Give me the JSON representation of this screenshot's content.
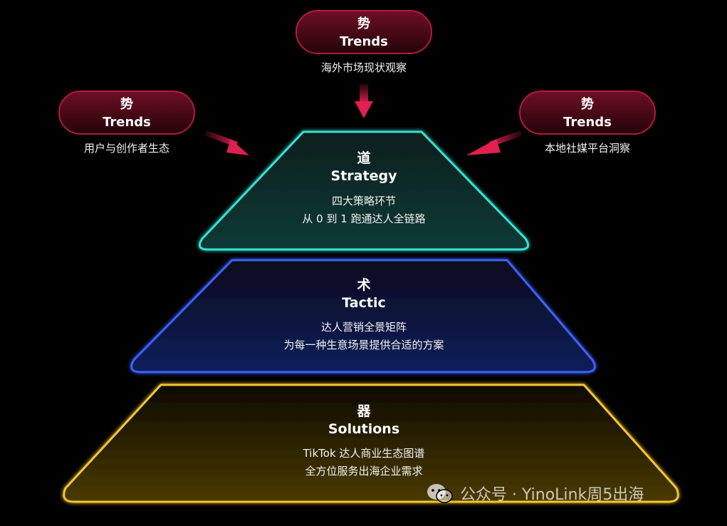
{
  "pyramid": {
    "strategy": {
      "char": "道",
      "title": "Strategy",
      "line1": "四大策略环节",
      "line2": "从 0 到 1 跑通达人全链路",
      "color": "#35e0d0"
    },
    "tactic": {
      "char": "术",
      "title": "Tactic",
      "line1": "达人营销全景矩阵",
      "line2": "为每一种生意场景提供合适的方案",
      "color": "#3d62ff"
    },
    "solutions": {
      "char": "器",
      "title": "Solutions",
      "line1": "TikTok 达人商业生态图谱",
      "line2": "全方位服务出海企业需求",
      "color": "#f2c530"
    }
  },
  "trends": [
    {
      "char": "势",
      "title": "Trends",
      "caption": "用户与创作者生态"
    },
    {
      "char": "势",
      "title": "Trends",
      "caption": "海外市场现状观察"
    },
    {
      "char": "势",
      "title": "Trends",
      "caption": "本地社媒平台洞察"
    }
  ],
  "colors": {
    "trend_pill": "#b3183f",
    "arrow": "#e0204f"
  },
  "watermark": {
    "text": "公众号 · YinoLink周5出海",
    "icon": "wechat-icon"
  }
}
